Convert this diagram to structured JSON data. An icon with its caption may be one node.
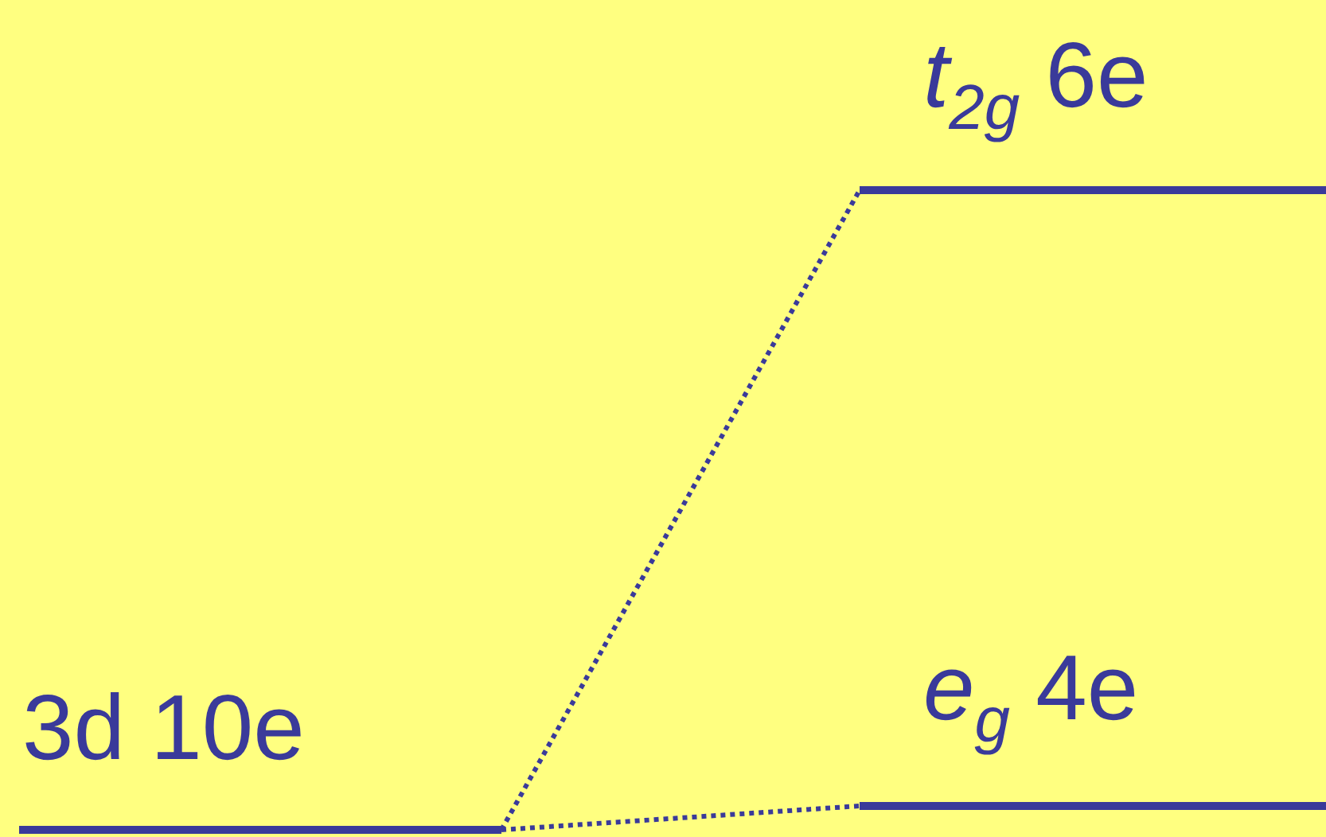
{
  "diagram": {
    "nodes": [
      {
        "text": [
          "3d 10e"
        ]
      },
      {
        "text": [
          "*t*$_{2g}$ 6e"
        ]
      },
      {
        "text": [
          "*e*$_{g}$ 4e"
        ]
      }
    ],
    "edges": [
      {
        "from": 0,
        "to": 1,
        "arrow": "none",
        "style": "dashed"
      },
      {
        "from": 0,
        "to": 2,
        "arrow": "none",
        "style": "dashed"
      }
    ]
  }
}
